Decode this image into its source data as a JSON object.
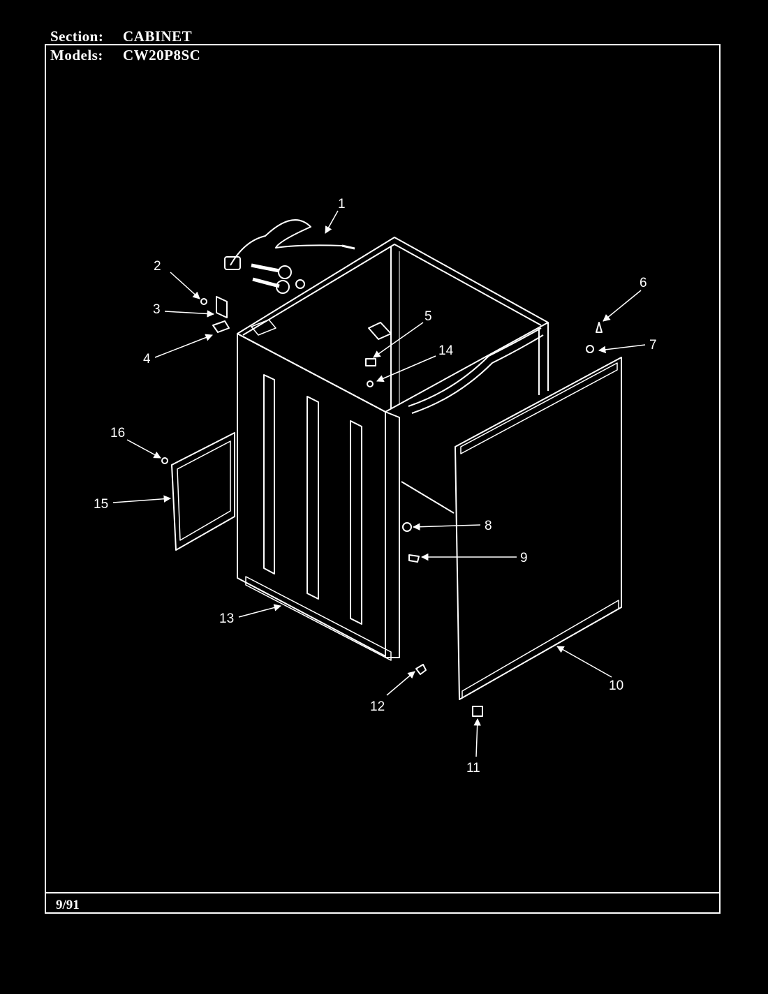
{
  "header": {
    "section_label": "Section:",
    "section_value": "CABINET",
    "models_label": "Models:",
    "models_value": "CW20P8SC"
  },
  "footer": {
    "date": "9/91"
  },
  "callouts": [
    "1",
    "2",
    "3",
    "4",
    "5",
    "6",
    "7",
    "8",
    "9",
    "10",
    "11",
    "12",
    "13",
    "14",
    "15",
    "16"
  ]
}
